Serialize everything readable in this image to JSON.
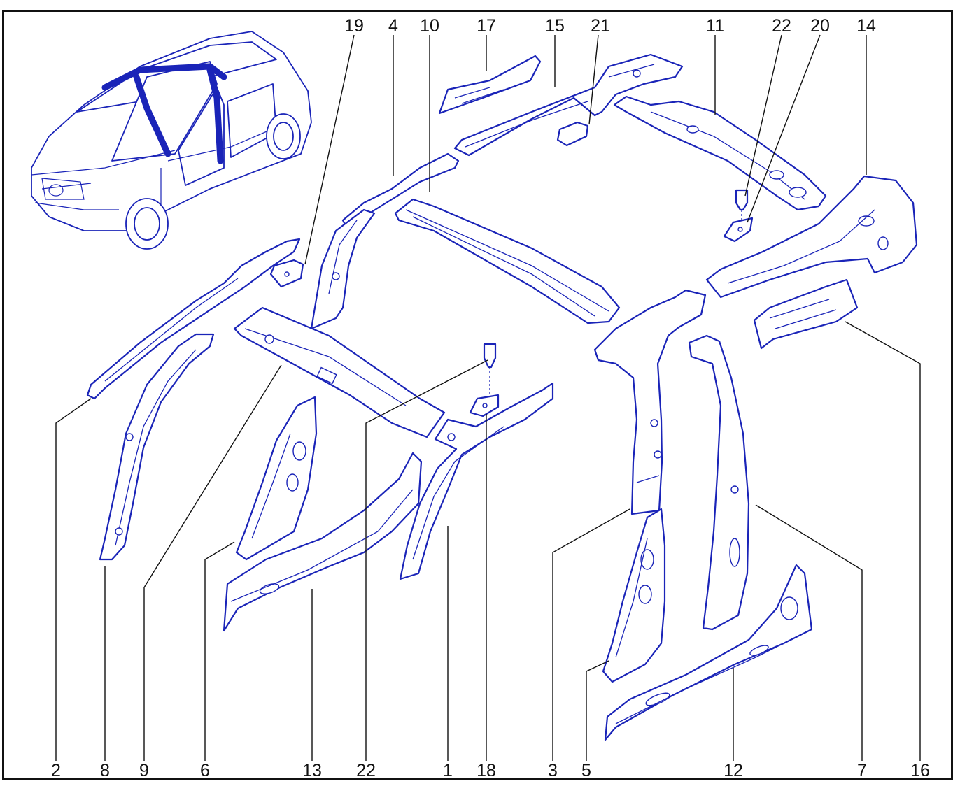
{
  "colors": {
    "line_art": "#1a24b8",
    "text": "#111111",
    "background": "#ffffff"
  },
  "callouts": {
    "top": [
      "19",
      "4",
      "10",
      "17",
      "15",
      "21",
      "11",
      "22",
      "20",
      "14"
    ],
    "bottom": [
      "2",
      "8",
      "9",
      "6",
      "13",
      "22",
      "1",
      "18",
      "3",
      "5",
      "12",
      "7",
      "16"
    ]
  }
}
